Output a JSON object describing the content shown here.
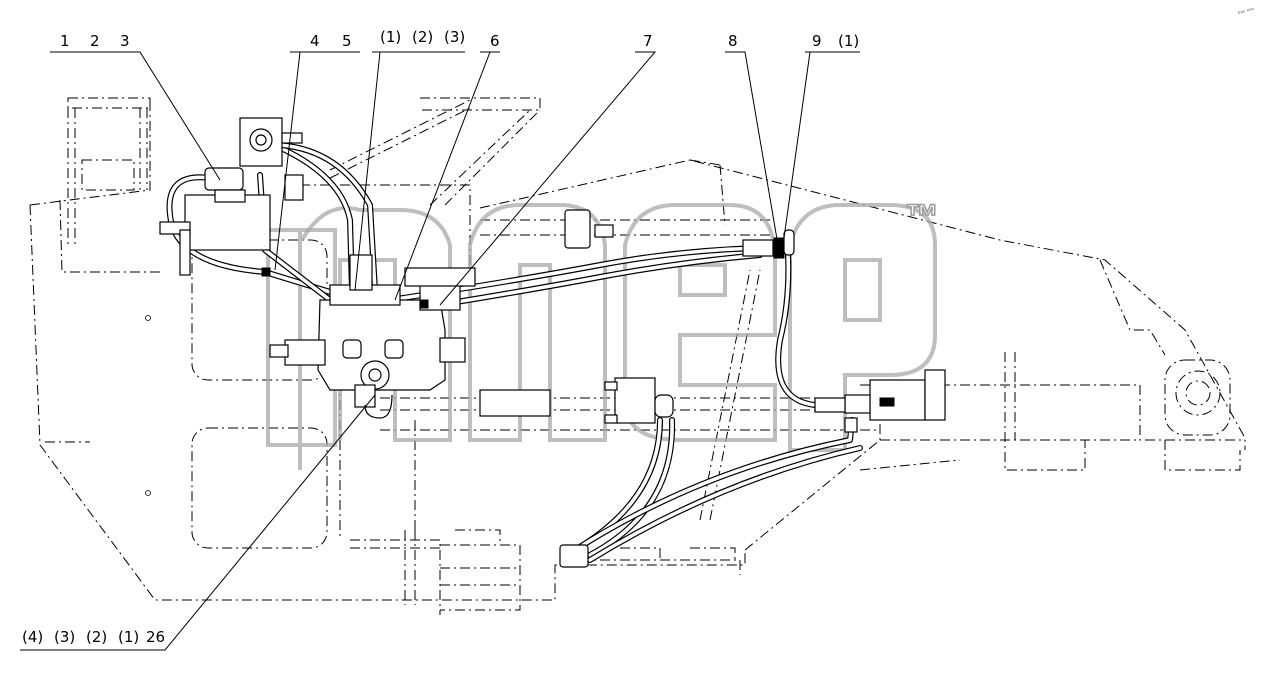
{
  "callouts_top": {
    "group_a": [
      "1",
      "2",
      "3"
    ],
    "group_b": [
      "4",
      "5"
    ],
    "group_c": [
      "(1)",
      "(2)",
      "(3)"
    ],
    "item_6": "6",
    "item_7": "7",
    "item_8": "8",
    "group_d": [
      "9",
      "(1)"
    ]
  },
  "callouts_bottom": {
    "group_e": [
      "(4)",
      "(3)",
      "(2)",
      "(1)",
      "26"
    ]
  },
  "corner_code": "ᵏᵃˢ ᵒᵒᵒ",
  "trademark": "™"
}
